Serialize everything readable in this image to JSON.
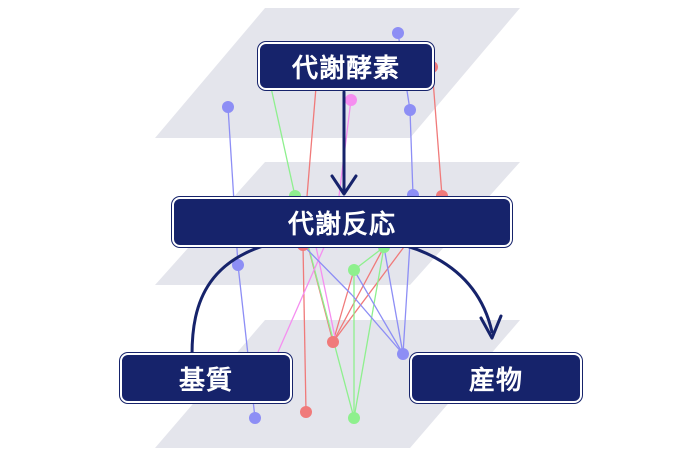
{
  "labels": {
    "enzyme": "代謝酵素",
    "reaction": "代謝反応",
    "substrate": "基質",
    "product": "産物"
  },
  "colors": {
    "box_fill": "#16236b",
    "plane": "#e4e5ec",
    "arrow": "#16236b",
    "blue_node": "#8d8ef5",
    "red_node": "#f07a7a",
    "green_node": "#8ef08e",
    "pink_node": "#f58ef0"
  }
}
